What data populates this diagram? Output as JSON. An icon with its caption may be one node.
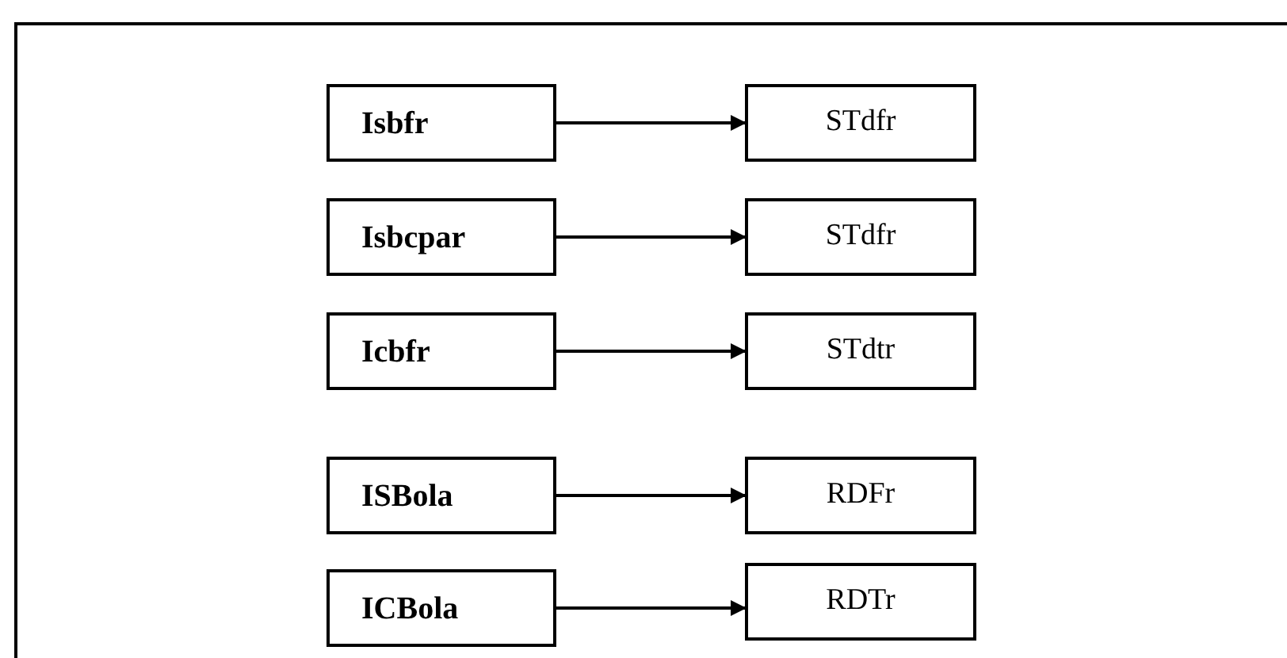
{
  "diagram": {
    "nodes": [
      {
        "text": [
          "Isbfr"
        ]
      },
      {
        "text": [
          "Isbcpar"
        ]
      },
      {
        "text": [
          "Icbfr"
        ]
      },
      {
        "text": [
          "ISBola"
        ]
      },
      {
        "text": [
          "ICBola"
        ]
      },
      {
        "text": [
          "STdfr"
        ]
      },
      {
        "text": [
          "STdfr"
        ]
      },
      {
        "text": [
          "STdtr"
        ]
      },
      {
        "text": [
          "RDFr"
        ]
      },
      {
        "text": [
          "RDTr"
        ]
      }
    ],
    "edges": [
      {
        "from": 0,
        "to": 5,
        "arrow": "to"
      },
      {
        "from": 1,
        "to": 6,
        "arrow": "to"
      },
      {
        "from": 2,
        "to": 7,
        "arrow": "to"
      },
      {
        "from": 3,
        "to": 8,
        "arrow": "to"
      },
      {
        "from": 4,
        "to": 9,
        "arrow": "to"
      }
    ]
  }
}
